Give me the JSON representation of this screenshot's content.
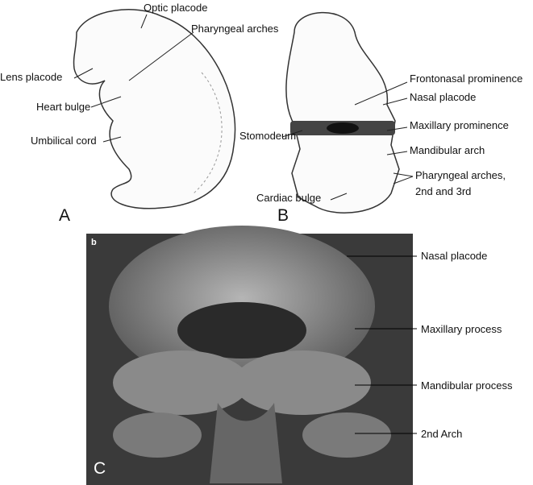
{
  "panel_a": {
    "letter": "A",
    "labels": [
      "Optic placode",
      "Pharyngeal arches",
      "Lens placode",
      "Heart bulge",
      "Umbilical cord"
    ]
  },
  "panel_b": {
    "letter": "B",
    "labels": [
      "Frontonasal prominence",
      "Nasal placode",
      "Stomodeum",
      "Maxillary prominence",
      "Mandibular arch",
      "Pharyngeal arches,",
      "2nd and 3rd",
      "Cardiac bulge"
    ]
  },
  "panel_c": {
    "letter": "C",
    "corner_mark": "b",
    "labels": [
      "Nasal placode",
      "Maxillary process",
      "Mandibular process",
      "2nd Arch"
    ]
  }
}
